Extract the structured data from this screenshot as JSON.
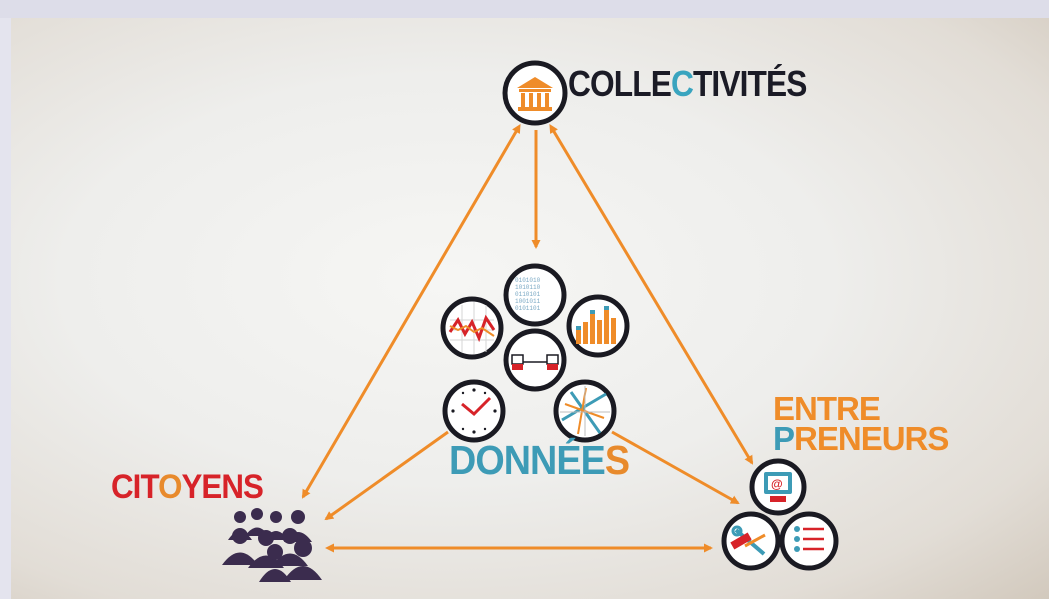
{
  "nodes": {
    "collectivites": {
      "pre": "COLLE",
      "highlight": "C",
      "post": "TIVITÉS"
    },
    "donnees": {
      "pre": "DONNÉE",
      "highlight": "S",
      "post": ""
    },
    "citoyens": {
      "pre": "CIT",
      "highlight": "O",
      "post": "YENS"
    },
    "entrepreneurs": {
      "line1": "ENTRE",
      "line2_highlight": "P",
      "line2_post": "RENEURS"
    }
  },
  "colors": {
    "arrow": "#ef8c29",
    "circle_stroke": "#1a1a22",
    "teal": "#3d9bb6",
    "red": "#d72329",
    "orange": "#ef8c29",
    "purple": "#3b2c4e"
  },
  "icons": [
    "building-icon",
    "binary-data-icon",
    "line-chart-icon",
    "bar-chart-icon",
    "network-computers-icon",
    "clock-icon",
    "map-icon",
    "people-group-icon",
    "email-computer-icon",
    "tools-icon",
    "checklist-icon"
  ]
}
